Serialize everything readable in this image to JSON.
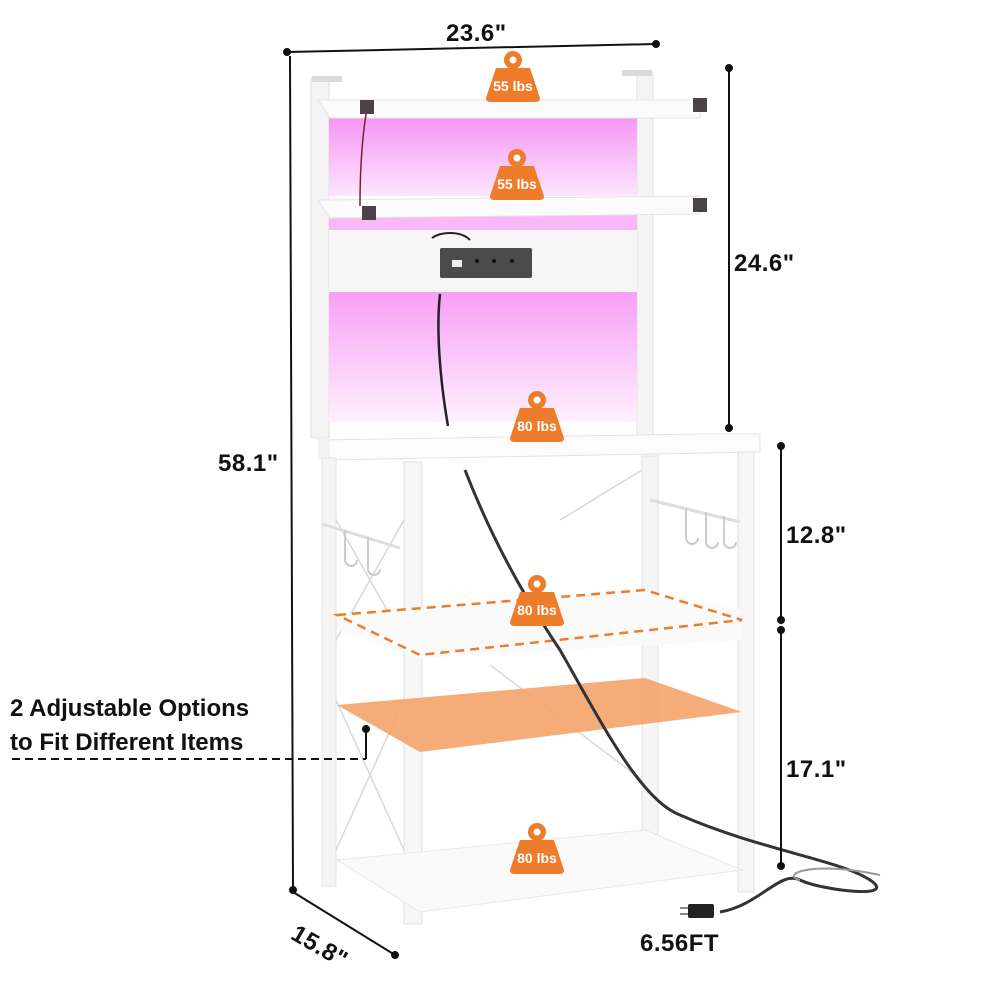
{
  "product": {
    "description": "White bakers rack with LED hutch, power strip, hooks and adjustable shelf"
  },
  "dimensions": {
    "width": "23.6\"",
    "total_height": "58.1\"",
    "hutch_height": "24.6\"",
    "upper_gap": "12.8\"",
    "lower_gap": "17.1\"",
    "depth": "15.8\"",
    "cord_length": "6.56FT"
  },
  "weight_capacities": [
    {
      "shelf": "hutch-top",
      "label": "55 lbs"
    },
    {
      "shelf": "hutch-middle",
      "label": "55 lbs"
    },
    {
      "shelf": "tabletop",
      "label": "80 lbs"
    },
    {
      "shelf": "middle",
      "label": "80 lbs"
    },
    {
      "shelf": "bottom",
      "label": "80 lbs"
    }
  ],
  "callout": {
    "line1": "2 Adjustable Options",
    "line2": "to Fit Different Items"
  },
  "colors": {
    "accent_orange": "#EE7D2B",
    "adjustable_shelf": "#F3A46A",
    "led_pink": "#F79BF5",
    "text": "#111111",
    "frame": "#F7F7F7"
  }
}
